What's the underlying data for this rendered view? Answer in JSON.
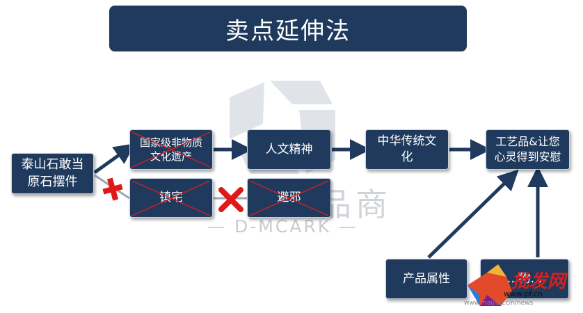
{
  "title": "卖点延伸法",
  "nodes": {
    "taishan": [
      "泰山石敢当",
      "原石摆件"
    ],
    "heritage": [
      "国家级非物质",
      "文化遗产"
    ],
    "humanities": [
      "人文精神"
    ],
    "culture": [
      "中华传统文",
      "化"
    ],
    "craft": [
      "工艺品&让您",
      "心灵得到安慰"
    ],
    "zhenzhai": [
      "镇宅"
    ],
    "bixie": [
      "避邪"
    ],
    "attr": [
      "产品属性"
    ],
    "bottom2": [
      "…物…"
    ]
  },
  "watermark": {
    "cn": "大麦品商",
    "en": "— D-MCARK —"
  },
  "badge": {
    "text": "批发网",
    "url": "www.pf.cn",
    "url2": "www.maijia.cc/n/news"
  },
  "colors": {
    "box": "#1f3a5c",
    "arrow": "#1f3a5c",
    "cross": "#d32020"
  }
}
